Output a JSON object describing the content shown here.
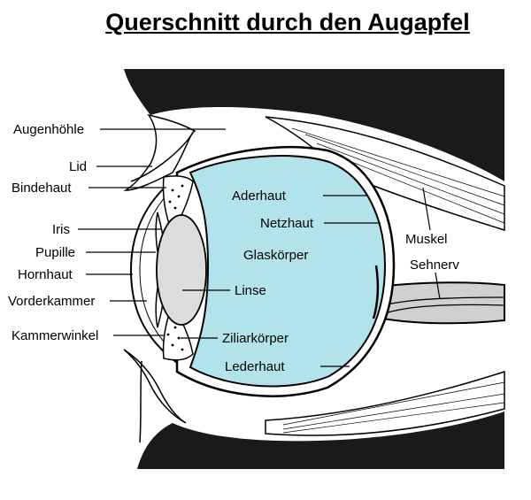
{
  "title": "Querschnitt durch den Augapfel",
  "colors": {
    "vitreous": "#b3e3ea",
    "lens": "#dcdcdc",
    "tissue": "#1a1a1a",
    "outline": "#000000",
    "background": "#ffffff"
  },
  "labels": {
    "augenhoehle": "Augenhöhle",
    "lid": "Lid",
    "bindehaut": "Bindehaut",
    "iris": "Iris",
    "pupille": "Pupille",
    "hornhaut": "Hornhaut",
    "vorderkammer": "Vorderkammer",
    "kammerwinkel": "Kammerwinkel",
    "aderhaut": "Aderhaut",
    "netzhaut": "Netzhaut",
    "glaskoerper": "Glaskörper",
    "linse": "Linse",
    "ziliarkoerper": "Ziliarkörper",
    "lederhaut": "Lederhaut",
    "muskel": "Muskel",
    "sehnerv": "Sehnerv"
  }
}
